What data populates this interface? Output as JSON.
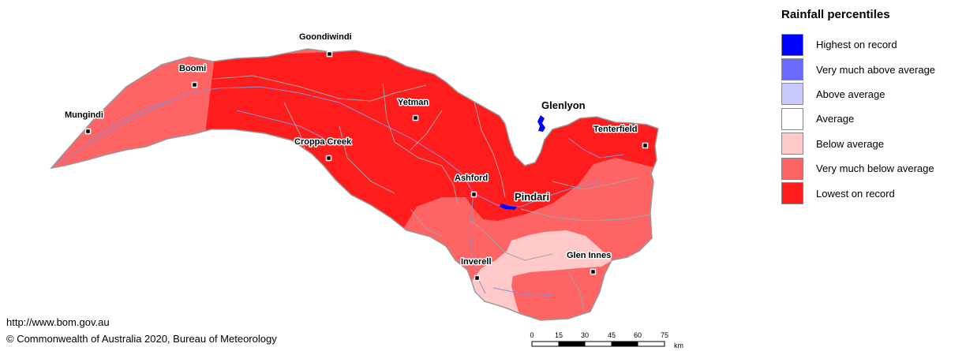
{
  "legend": {
    "title": "Rainfall percentiles",
    "items": [
      {
        "label": "Highest on record",
        "color": "#0000ff"
      },
      {
        "label": "Very much above average",
        "color": "#6b6bff"
      },
      {
        "label": "Above average",
        "color": "#c9c9ff"
      },
      {
        "label": "Average",
        "color": "#ffffff"
      },
      {
        "label": "Below average",
        "color": "#ffc9c9"
      },
      {
        "label": "Very much below average",
        "color": "#ff6464"
      },
      {
        "label": "Lowest on record",
        "color": "#ff1c1c"
      }
    ]
  },
  "towns": {
    "goondiwindi": "Goondiwindi",
    "boomi": "Boomi",
    "mungindi": "Mungindi",
    "yetman": "Yetman",
    "croppa_creek": "Croppa Creek",
    "ashford": "Ashford",
    "tenterfield": "Tenterfield",
    "inverell": "Inverell",
    "glen_innes": "Glen Innes"
  },
  "dams": {
    "glenlyon": "Glenlyon",
    "pindari": "Pindari"
  },
  "credits": {
    "url": "http://www.bom.gov.au",
    "copyright": "© Commonwealth of Australia 2020, Bureau of Meteorology"
  },
  "scale": {
    "ticks": [
      "0",
      "15",
      "30",
      "45",
      "60",
      "75"
    ],
    "unit": "km"
  }
}
